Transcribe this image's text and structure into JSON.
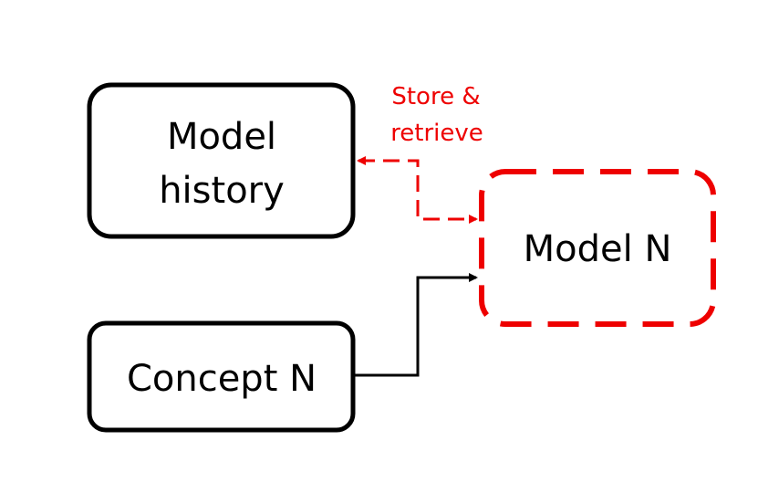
{
  "diagram": {
    "nodes": {
      "model_history": {
        "line1": "Model",
        "line2": "history"
      },
      "model_n": {
        "label": "Model N"
      },
      "concept_n": {
        "label": "Concept N"
      }
    },
    "edges": {
      "store_retrieve": {
        "label_line1": "Store &",
        "label_line2": "retrieve"
      }
    },
    "colors": {
      "box_stroke": "#000000",
      "highlight": "#ee0000"
    }
  }
}
